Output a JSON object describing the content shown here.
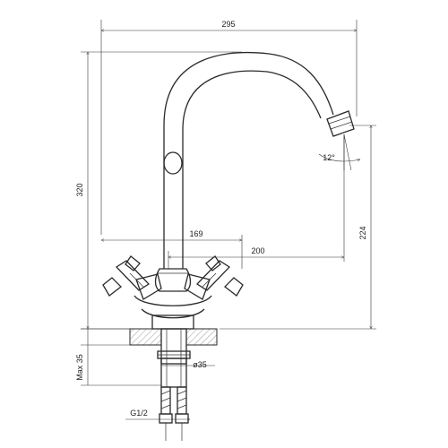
{
  "dimensions": {
    "overall_width": "295",
    "overall_height": "320",
    "handle_span": "169",
    "spout_reach": "200",
    "spout_height": "224",
    "max_thickness": "Max 35",
    "hole_diameter": "ø35",
    "thread_size": "G1/2",
    "spout_angle": "12°"
  }
}
